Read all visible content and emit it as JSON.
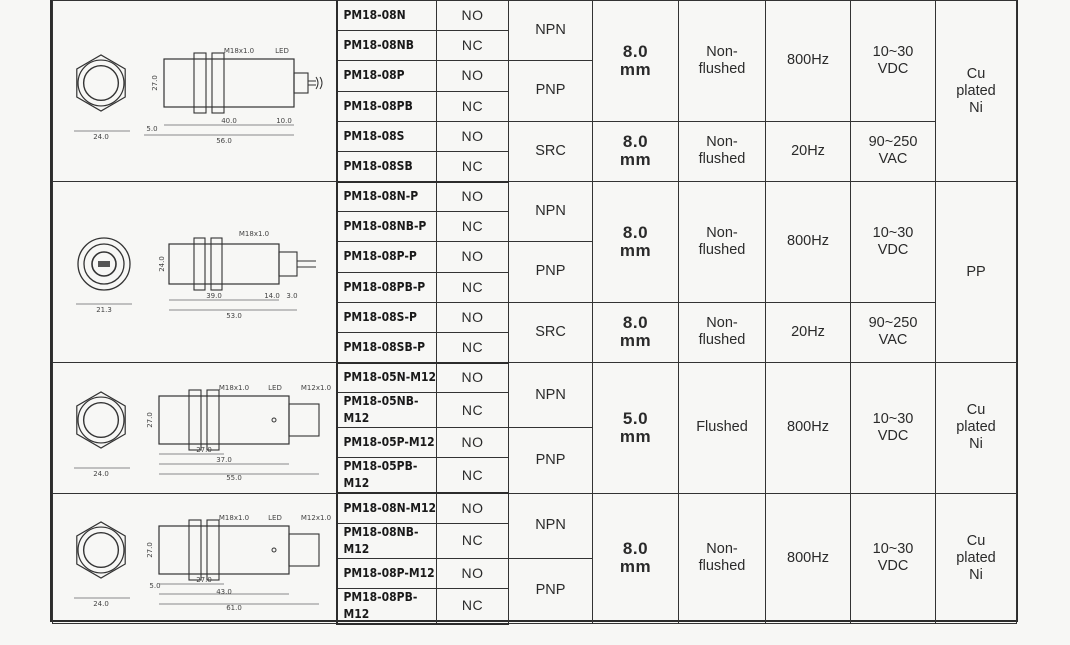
{
  "groups": [
    {
      "drawing": {
        "dims": [
          "M18x1.0",
          "LED",
          "27.0",
          "40.0",
          "56.0",
          "10.0",
          "5.0",
          "24.0"
        ],
        "cable": true,
        "kind": "cable-1"
      },
      "material": "Cu\nplated\nNi",
      "rows": [
        {
          "model": "PM18-08N",
          "contact": "NO"
        },
        {
          "model": "PM18-08NB",
          "contact": "NC"
        },
        {
          "model": "PM18-08P",
          "contact": "NO"
        },
        {
          "model": "PM18-08PB",
          "contact": "NC"
        },
        {
          "model": "PM18-08S",
          "contact": "NO"
        },
        {
          "model": "PM18-08SB",
          "contact": "NC"
        }
      ],
      "outputs": [
        {
          "label": "NPN",
          "span": 2
        },
        {
          "label": "PNP",
          "span": 2
        },
        {
          "label": "SRC",
          "span": 2
        }
      ],
      "specs": [
        {
          "span": 4,
          "distance": "8.0\nmm",
          "mount": "Non-\nflushed",
          "freq": "800Hz",
          "voltage": "10~30\nVDC"
        },
        {
          "span": 2,
          "distance": "8.0\nmm",
          "mount": "Non-\nflushed",
          "freq": "20Hz",
          "voltage": "90~250\nVAC"
        }
      ]
    },
    {
      "drawing": {
        "dims": [
          "M18x1.0",
          "24.0",
          "21.3",
          "39.0",
          "14.0",
          "3.0",
          "53.0"
        ],
        "cable": true,
        "kind": "cable-2"
      },
      "material": "PP",
      "rows": [
        {
          "model": "PM18-08N-P",
          "contact": "NO"
        },
        {
          "model": "PM18-08NB-P",
          "contact": "NC"
        },
        {
          "model": "PM18-08P-P",
          "contact": "NO"
        },
        {
          "model": "PM18-08PB-P",
          "contact": "NC"
        },
        {
          "model": "PM18-08S-P",
          "contact": "NO"
        },
        {
          "model": "PM18-08SB-P",
          "contact": "NC"
        }
      ],
      "outputs": [
        {
          "label": "NPN",
          "span": 2
        },
        {
          "label": "PNP",
          "span": 2
        },
        {
          "label": "SRC",
          "span": 2
        }
      ],
      "specs": [
        {
          "span": 4,
          "distance": "8.0\nmm",
          "mount": "Non-\nflushed",
          "freq": "800Hz",
          "voltage": "10~30\nVDC"
        },
        {
          "span": 2,
          "distance": "8.0\nmm",
          "mount": "Non-\nflushed",
          "freq": "20Hz",
          "voltage": "90~250\nVAC"
        }
      ]
    },
    {
      "drawing": {
        "dims": [
          "M18x1.0",
          "LED",
          "M12x1.0",
          "27.0",
          "27.0",
          "37.0",
          "55.0",
          "24.0"
        ],
        "cable": false,
        "kind": "m12-1"
      },
      "material": "Cu\nplated\nNi",
      "rows": [
        {
          "model": "PM18-05N-M12",
          "contact": "NO"
        },
        {
          "model": "PM18-05NB-M12",
          "contact": "NC"
        },
        {
          "model": "PM18-05P-M12",
          "contact": "NO"
        },
        {
          "model": "PM18-05PB-M12",
          "contact": "NC"
        }
      ],
      "outputs": [
        {
          "label": "NPN",
          "span": 2
        },
        {
          "label": "PNP",
          "span": 2
        }
      ],
      "specs": [
        {
          "span": 4,
          "distance": "5.0\nmm",
          "mount": "Flushed",
          "freq": "800Hz",
          "voltage": "10~30\nVDC"
        }
      ]
    },
    {
      "drawing": {
        "dims": [
          "M18x1.0",
          "LED",
          "M12x1.0",
          "27.0",
          "5.0",
          "27.0",
          "43.0",
          "61.0",
          "24.0"
        ],
        "cable": false,
        "kind": "m12-2"
      },
      "material": "Cu\nplated\nNi",
      "rows": [
        {
          "model": "PM18-08N-M12",
          "contact": "NO"
        },
        {
          "model": "PM18-08NB-M12",
          "contact": "NC"
        },
        {
          "model": "PM18-08P-M12",
          "contact": "NO"
        },
        {
          "model": "PM18-08PB-M12",
          "contact": "NC"
        }
      ],
      "outputs": [
        {
          "label": "NPN",
          "span": 2
        },
        {
          "label": "PNP",
          "span": 2
        }
      ],
      "specs": [
        {
          "span": 4,
          "distance": "8.0\nmm",
          "mount": "Non-\nflushed",
          "freq": "800Hz",
          "voltage": "10~30\nVDC"
        }
      ]
    }
  ]
}
